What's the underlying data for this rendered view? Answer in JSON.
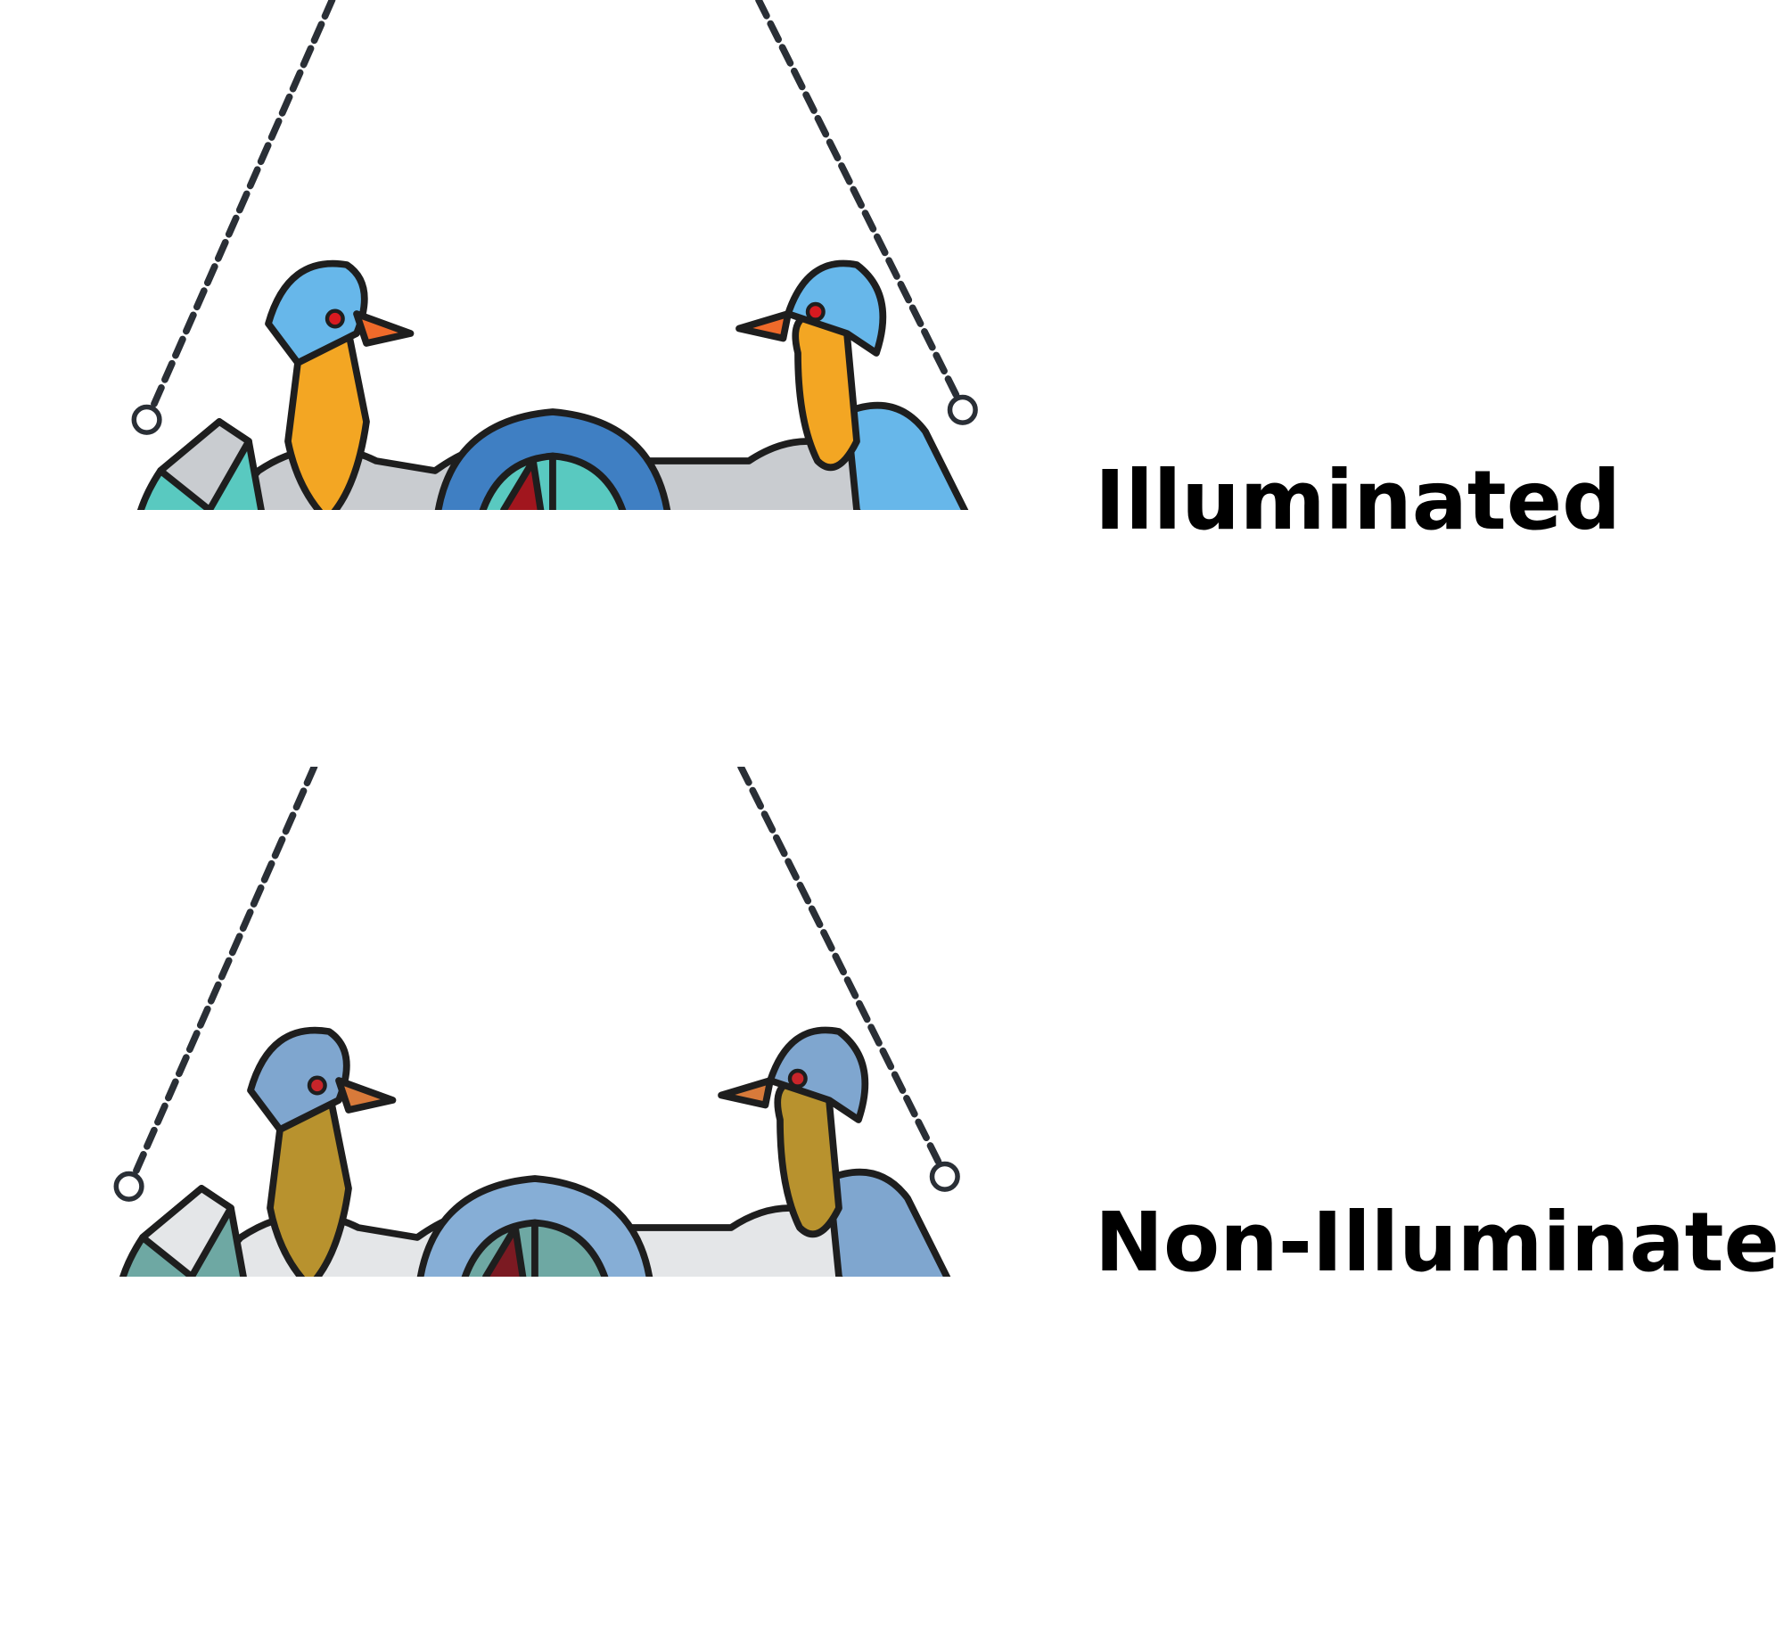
{
  "labels": {
    "top": "Illuminated",
    "bottom": "Non-Illuminated"
  },
  "panels": [
    {
      "id": "illuminated",
      "state": "illuminated"
    },
    {
      "id": "non-illuminated",
      "state": "non-illuminated"
    }
  ],
  "colors": {
    "lead": "#1e1e1e",
    "chain": "#2a2f36",
    "clear_glass_lit": "#c9ccd0",
    "clear_glass_dim": "#e4e6e8",
    "blue_lit": "#3f7fc3",
    "blue_dim": "#86aed6",
    "teal_lit": "#59c9c0",
    "teal_dim": "#6ea8a3",
    "sky_lit": "#67b7ea",
    "sky_dim": "#7fa6cf",
    "orange_lit": "#f3a623",
    "orange_dim": "#b8922e",
    "beak": "#ef6a2a",
    "red_jewel": "#d81a20",
    "dark_red": "#a1161e",
    "lavender": "#a99ae3",
    "green": "#2e9a45",
    "amber": "#e7a11c",
    "olive": "#7c8c2b"
  }
}
